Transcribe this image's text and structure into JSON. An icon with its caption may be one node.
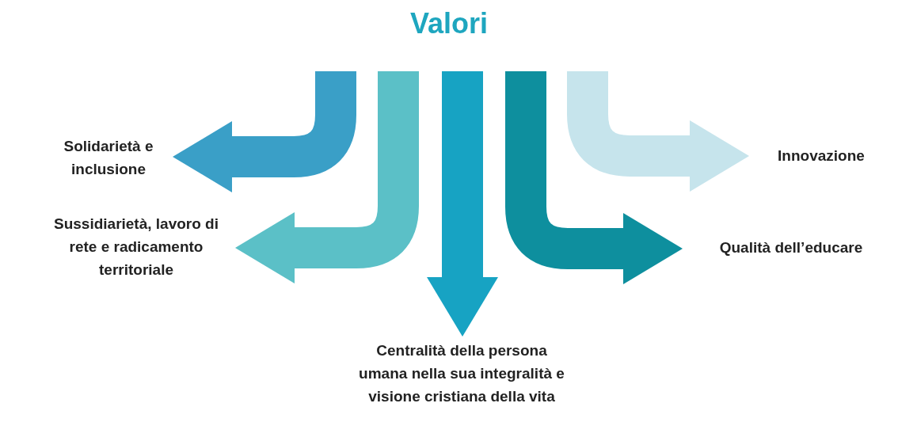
{
  "diagram": {
    "title": "Valori",
    "nodes": [
      {
        "text": [
          "Solidarietà e inclusione"
        ]
      },
      {
        "text": [
          "Sussidiarietà, lavoro di rete e radicamento territoriale"
        ]
      },
      {
        "text": [
          "Centralità della persona umana nella sua integralità e visione cristiana della vita"
        ]
      },
      {
        "text": [
          "Qualità dell’educare"
        ]
      },
      {
        "text": [
          "Innovazione"
        ]
      }
    ],
    "edges": [
      {
        "from": null,
        "to": 0,
        "arrow": "to",
        "color": "#3a9fc7"
      },
      {
        "from": null,
        "to": 1,
        "arrow": "to",
        "color": "#5bc0c7"
      },
      {
        "from": null,
        "to": 2,
        "arrow": "to",
        "color": "#17a3c3"
      },
      {
        "from": null,
        "to": 3,
        "arrow": "to",
        "color": "#0e8f9e"
      },
      {
        "from": null,
        "to": 4,
        "arrow": "to",
        "color": "#c6e4ec"
      }
    ]
  }
}
